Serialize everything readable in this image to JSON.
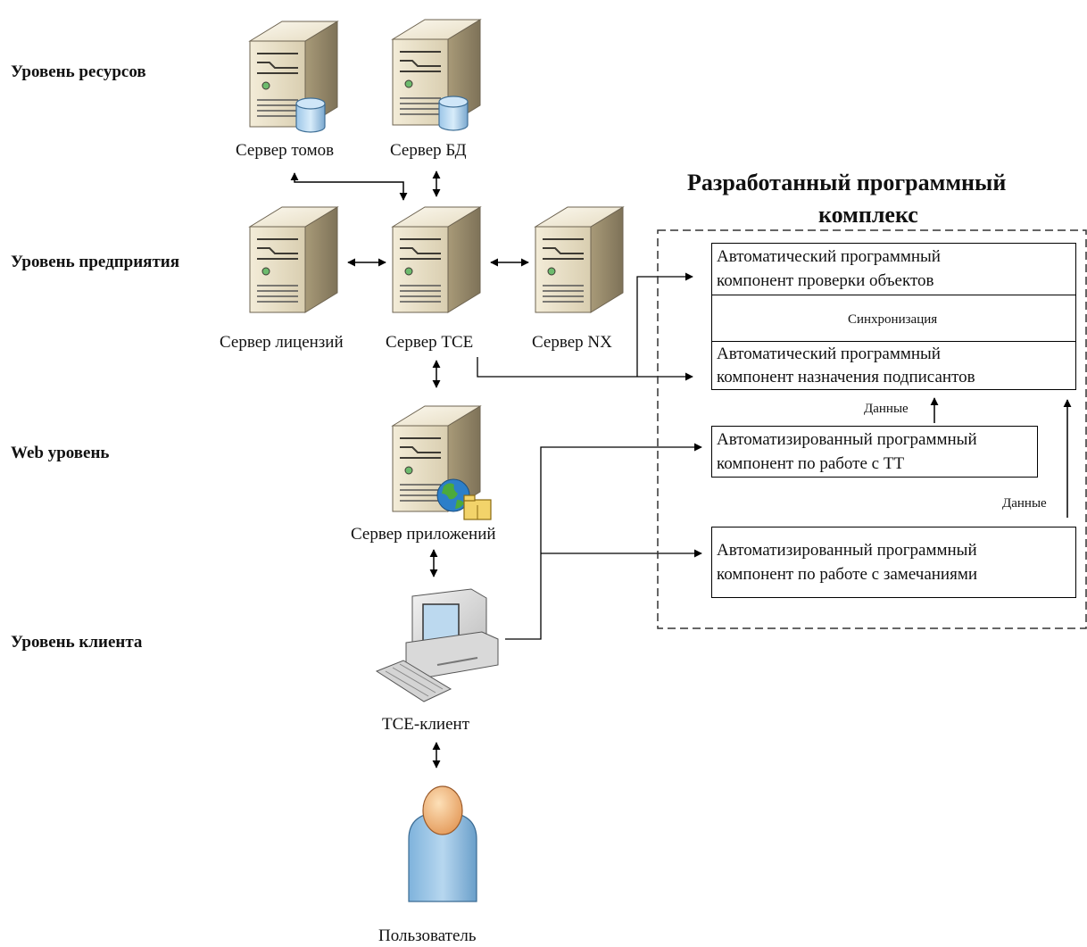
{
  "levels": {
    "resources": "Уровень ресурсов",
    "enterprise": "Уровень предприятия",
    "web": "Web уровень",
    "client": "Уровень клиента"
  },
  "servers": {
    "volumes": "Сервер томов",
    "db": "Сервер БД",
    "licenses": "Сервер лицензий",
    "tce": "Сервер TCE",
    "nx": "Сервер NX",
    "apps": "Сервер приложений"
  },
  "client": "TCE-клиент",
  "user": "Пользователь",
  "complex": {
    "title_line1": "Разработанный программный",
    "title_line2": "комплекс",
    "box1_line1": "Автоматический программный",
    "box1_line2": "компонент проверки объектов",
    "sync": "Синхронизация",
    "box2_line1": "Автоматический программный",
    "box2_line2": "компонент назначения подписантов",
    "data1": "Данные",
    "box3_line1": "Автоматизированный программный",
    "box3_line2": "компонент по работе с ТТ",
    "data2": "Данные",
    "box4_line1": "Автоматизированный программный",
    "box4_line2": "компонент по работе с замечаниями"
  }
}
